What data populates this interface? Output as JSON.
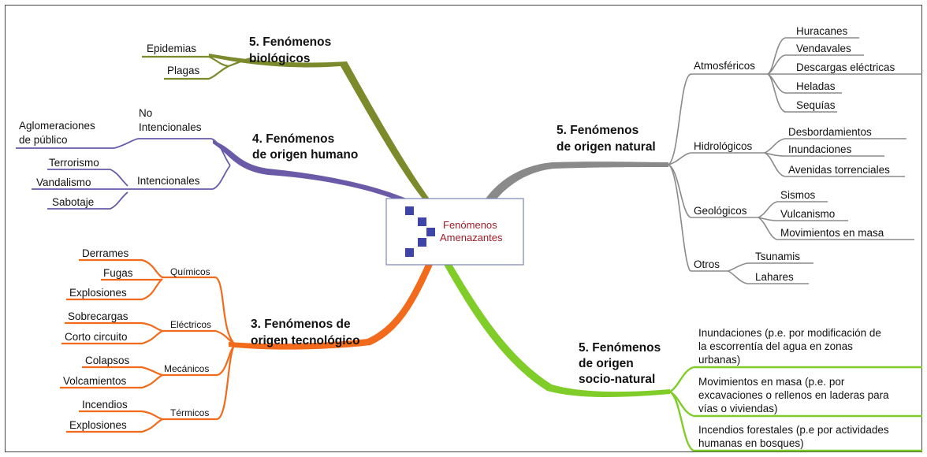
{
  "center": {
    "line1": "Fenómenos",
    "line2": "Amenazantes"
  },
  "colors": {
    "biologicos": "#7c8a2c",
    "humano": "#6a5aa8",
    "tecnologico": "#f26a1b",
    "natural": "#8a8a8a",
    "socio_natural": "#80cc28",
    "center_text": "#a01c28",
    "center_squares": "#3f45a8"
  },
  "biologicos": {
    "title1": "5. Fenómenos",
    "title2": "biológicos",
    "items": [
      "Epidemias",
      "Plagas"
    ]
  },
  "humano": {
    "title1": "4. Fenómenos",
    "title2": "de origen humano",
    "no_intencionales": {
      "line1": "No",
      "line2": "Intencionales",
      "items": [
        "Aglomeraciones",
        "de público"
      ]
    },
    "intencionales": {
      "label": "Intencionales",
      "items": [
        "Terrorismo",
        "Vandalismo",
        "Sabotaje"
      ]
    }
  },
  "tecnologico": {
    "title1": "3. Fenómenos de",
    "title2": "origen tecnológico",
    "groups": [
      {
        "label": "Químicos",
        "items": [
          "Derrames",
          "Fugas",
          "Explosiones"
        ]
      },
      {
        "label": "Eléctricos",
        "items": [
          "Sobrecargas",
          "Corto circuito"
        ]
      },
      {
        "label": "Mecánicos",
        "items": [
          "Colapsos",
          "Volcamientos"
        ]
      },
      {
        "label": "Térmicos",
        "items": [
          "Incendios",
          "Explosiones"
        ]
      }
    ]
  },
  "natural": {
    "title1": "5. Fenómenos",
    "title2": "de origen natural",
    "groups": [
      {
        "label": "Atmosféricos",
        "items": [
          "Huracanes",
          "Vendavales",
          "Descargas eléctricas",
          "Heladas",
          "Sequías"
        ]
      },
      {
        "label": "Hidrológicos",
        "items": [
          "Desbordamientos",
          "Inundaciones",
          "Avenidas torrenciales"
        ]
      },
      {
        "label": "Geológicos",
        "items": [
          "Sismos",
          "Vulcanismo",
          "Movimientos en masa"
        ]
      },
      {
        "label": "Otros",
        "items": [
          "Tsunamis",
          "Lahares"
        ]
      }
    ]
  },
  "socio_natural": {
    "title1": "5. Fenómenos",
    "title2": "de origen",
    "title3": "socio-natural",
    "items": [
      {
        "line1": "Inundaciones (p.e. por modificación de",
        "line2": "la escorrentía del agua en zonas",
        "line3": "urbanas)"
      },
      {
        "line1": "Movimientos en masa (p.e. por",
        "line2": "excavaciones o rellenos en laderas para",
        "line3": "vías o viviendas)"
      },
      {
        "line1": "Incendios forestales (p.e por actividades",
        "line2": "humanas en bosques)"
      }
    ]
  }
}
